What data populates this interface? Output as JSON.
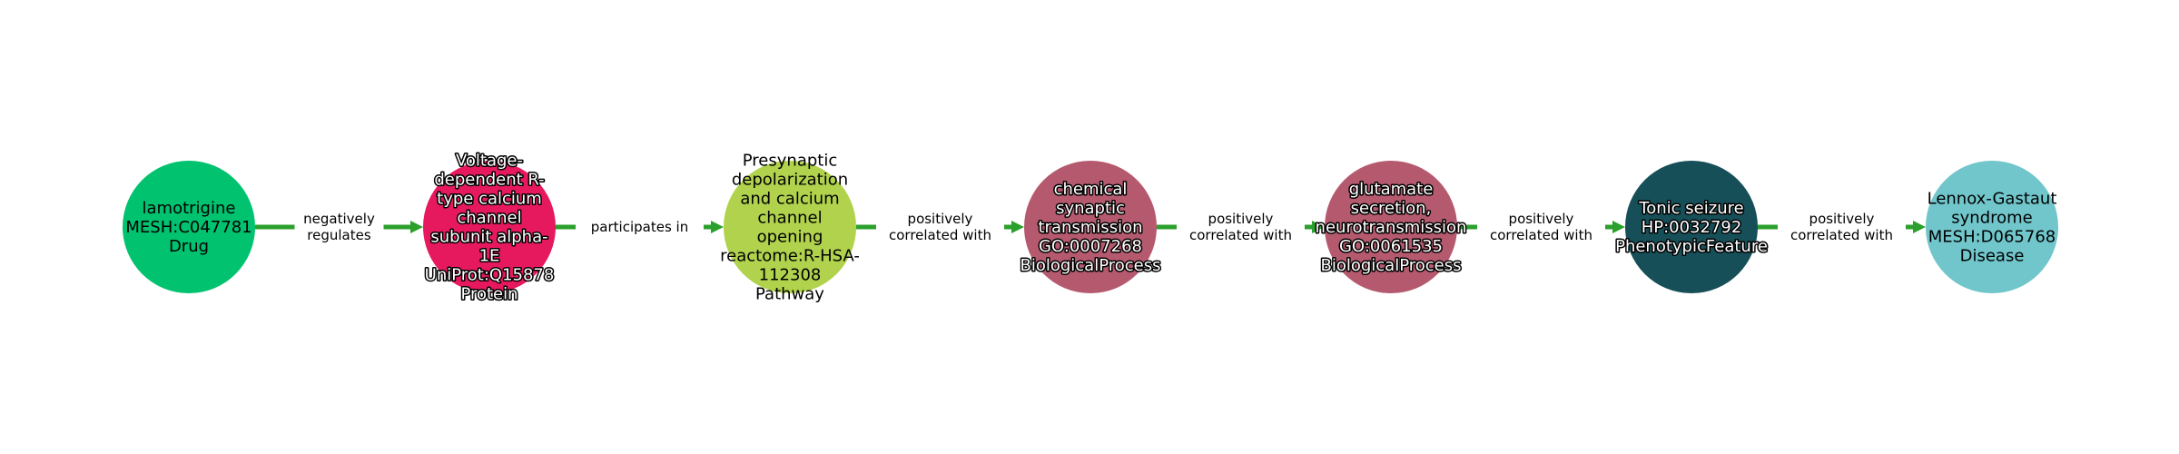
{
  "graph": {
    "edge_color": "#2ca02c",
    "nodes": [
      {
        "lines": [
          "lamotrigine",
          "MESH:C047781",
          "Drug"
        ],
        "color": "#00c26f",
        "outlined": false
      },
      {
        "lines": [
          "Voltage-",
          "dependent R-",
          "type calcium",
          "channel",
          "subunit alpha-",
          "1E",
          "UniProt:Q15878",
          "Protein"
        ],
        "color": "#e6195e",
        "outlined": true
      },
      {
        "lines": [
          "Presynaptic",
          "depolarization",
          "and calcium",
          "channel",
          "opening",
          "reactome:R-HSA-",
          "112308",
          "Pathway"
        ],
        "color": "#b0d24d",
        "outlined": false
      },
      {
        "lines": [
          "chemical",
          "synaptic",
          "transmission",
          "GO:0007268",
          "BiologicalProcess"
        ],
        "color": "#b55a6e",
        "outlined": true
      },
      {
        "lines": [
          "glutamate",
          "secretion,",
          "neurotransmission",
          "GO:0061535",
          "BiologicalProcess"
        ],
        "color": "#b55a6e",
        "outlined": true
      },
      {
        "lines": [
          "Tonic seizure",
          "HP:0032792",
          "PhenotypicFeature"
        ],
        "color": "#174f58",
        "outlined": true
      },
      {
        "lines": [
          "Lennox-Gastaut",
          "syndrome",
          "MESH:D065768",
          "Disease"
        ],
        "color": "#70c6cb",
        "outlined": false
      }
    ],
    "edges": [
      {
        "lines": [
          "negatively",
          "regulates"
        ]
      },
      {
        "lines": [
          "participates in"
        ]
      },
      {
        "lines": [
          "positively",
          "correlated with"
        ]
      },
      {
        "lines": [
          "positively",
          "correlated with"
        ]
      },
      {
        "lines": [
          "positively",
          "correlated with"
        ]
      },
      {
        "lines": [
          "positively",
          "correlated with"
        ]
      }
    ]
  }
}
